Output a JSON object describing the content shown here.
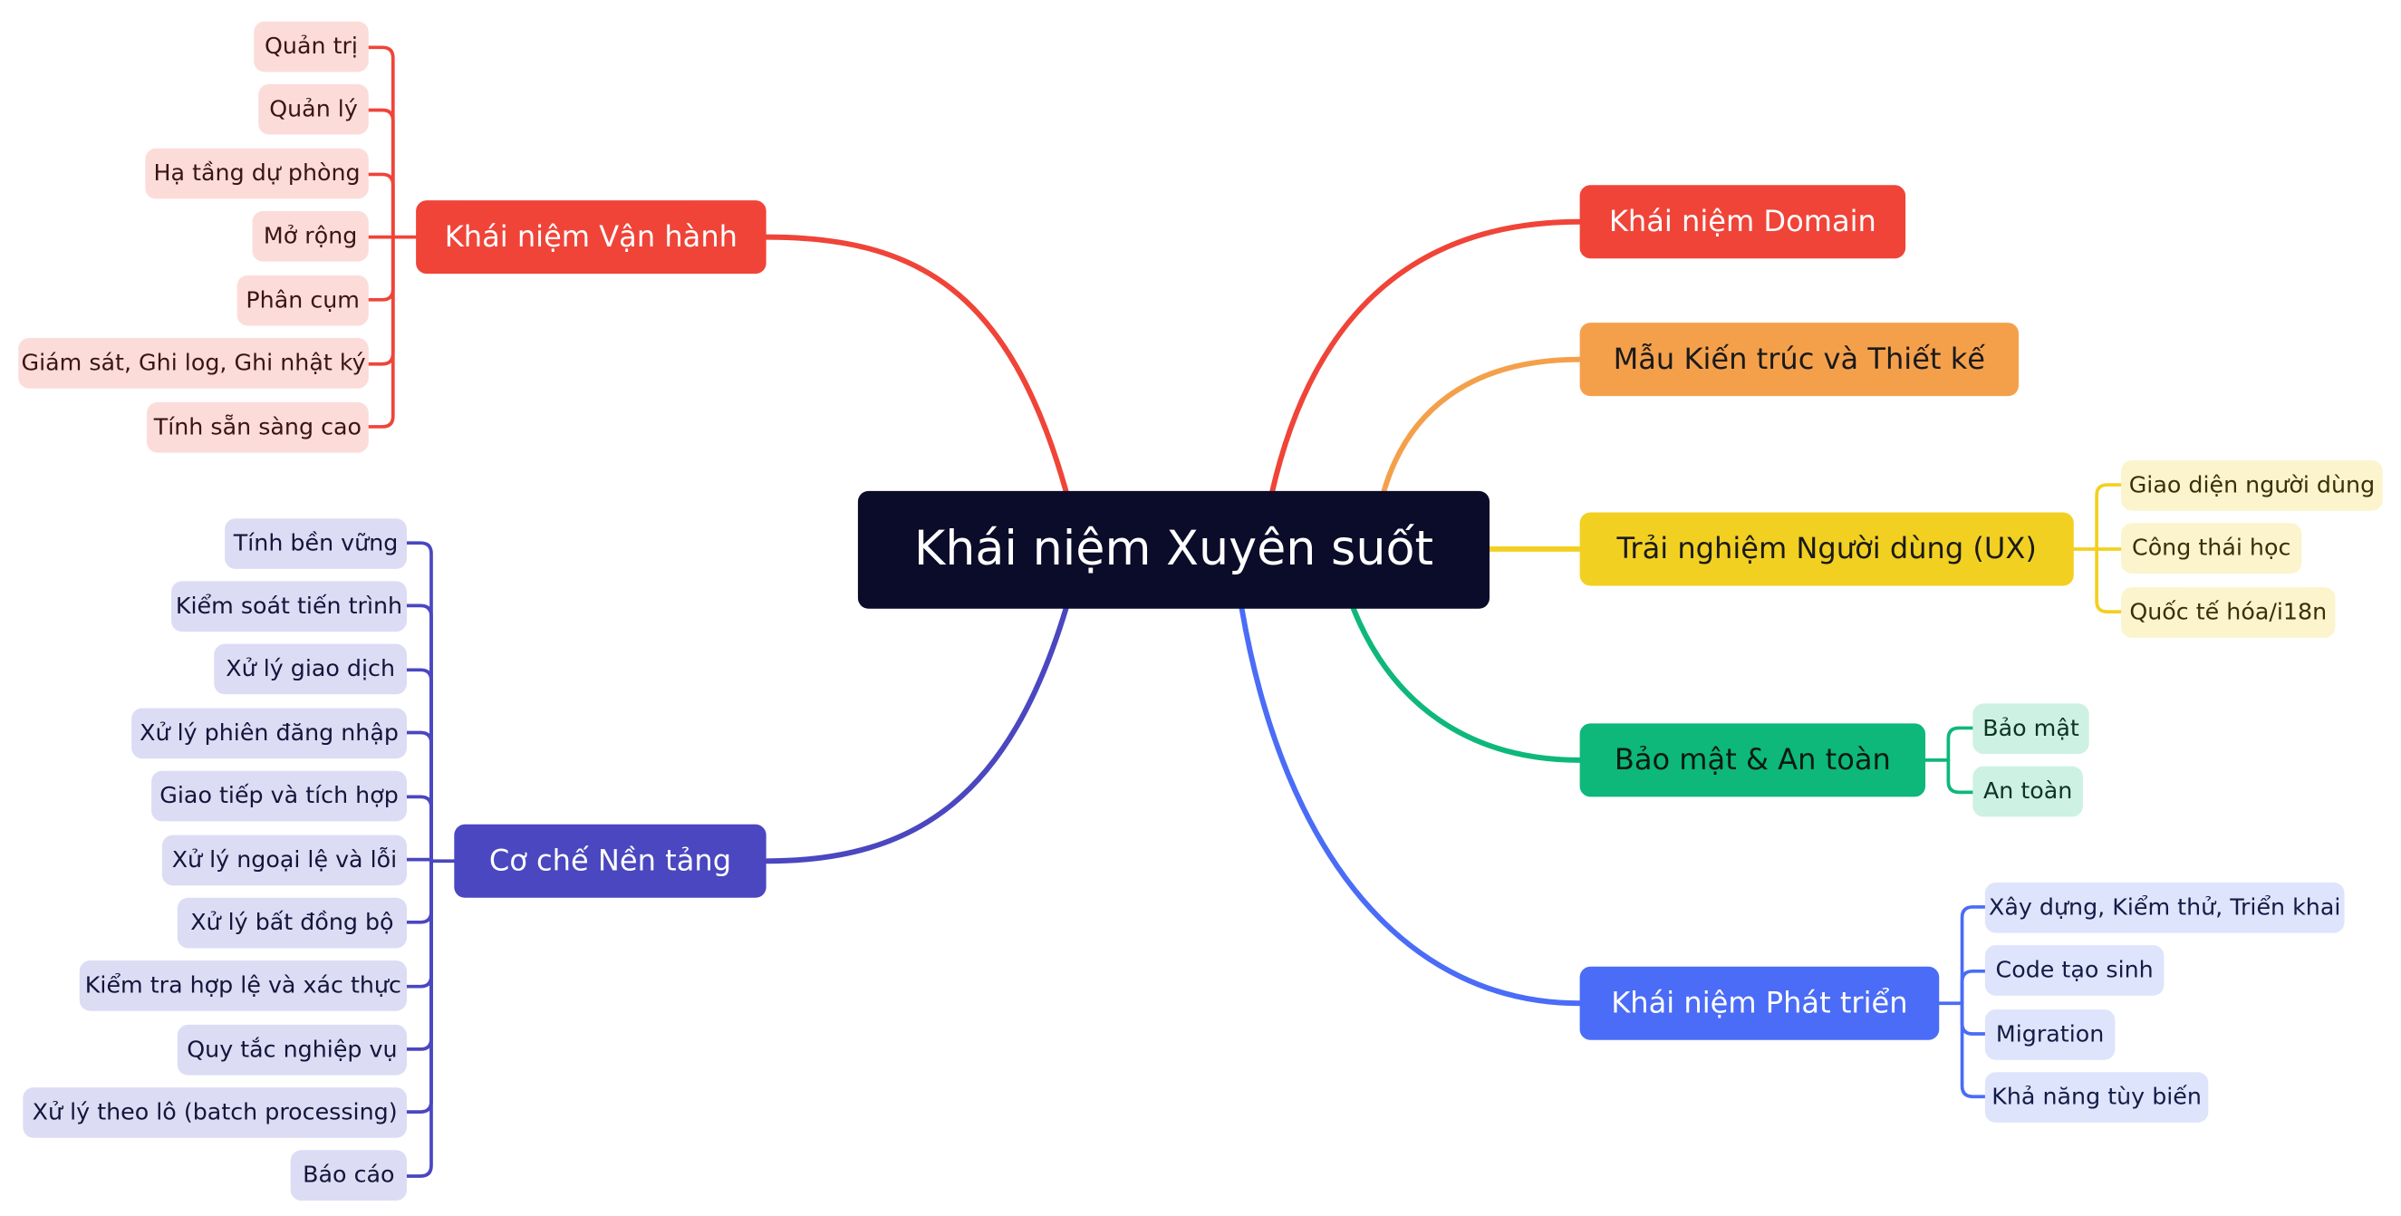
{
  "center": {
    "label": "Khái niệm Xuyên suốt"
  },
  "branches": {
    "van_hanh": {
      "label": "Khái niệm Vận hành",
      "children": [
        "Quản trị",
        "Quản lý",
        "Hạ tầng dự phòng",
        "Mở rộng",
        "Phân cụm",
        "Giám sát, Ghi log, Ghi nhật ký",
        "Tính sẵn sàng cao"
      ]
    },
    "nen_tang": {
      "label": "Cơ chế Nền tảng",
      "children": [
        "Tính bền vững",
        "Kiểm soát tiến trình",
        "Xử lý giao dịch",
        "Xử lý phiên đăng nhập",
        "Giao tiếp và tích hợp",
        "Xử lý ngoại lệ và lỗi",
        "Xử lý bất đồng bộ",
        "Kiểm tra hợp lệ và xác thực",
        "Quy tắc nghiệp vụ",
        "Xử lý theo lô (batch processing)",
        "Báo cáo"
      ]
    },
    "domain": {
      "label": "Khái niệm Domain",
      "children": []
    },
    "kien_truc": {
      "label": "Mẫu Kiến trúc và Thiết kế",
      "children": []
    },
    "ux": {
      "label": "Trải nghiệm Người dùng (UX)",
      "children": [
        "Giao diện người dùng",
        "Công thái học",
        "Quốc tế hóa/i18n"
      ]
    },
    "bao_mat": {
      "label": "Bảo mật & An toàn",
      "children": [
        "Bảo mật",
        "An toàn"
      ]
    },
    "phat_trien": {
      "label": "Khái niệm Phát triển",
      "children": [
        "Xây dựng, Kiểm thử, Triển khai",
        "Code tạo sinh",
        "Migration",
        "Khả năng tùy biến"
      ]
    }
  },
  "colors": {
    "center": "#0b0b2a",
    "van_hanh": "#f04438",
    "nen_tang": "#4a47c0",
    "domain": "#f04438",
    "kien_truc": "#f4a04b",
    "ux": "#f2d021",
    "bao_mat": "#0db87a",
    "phat_trien": "#4a6cf7"
  }
}
